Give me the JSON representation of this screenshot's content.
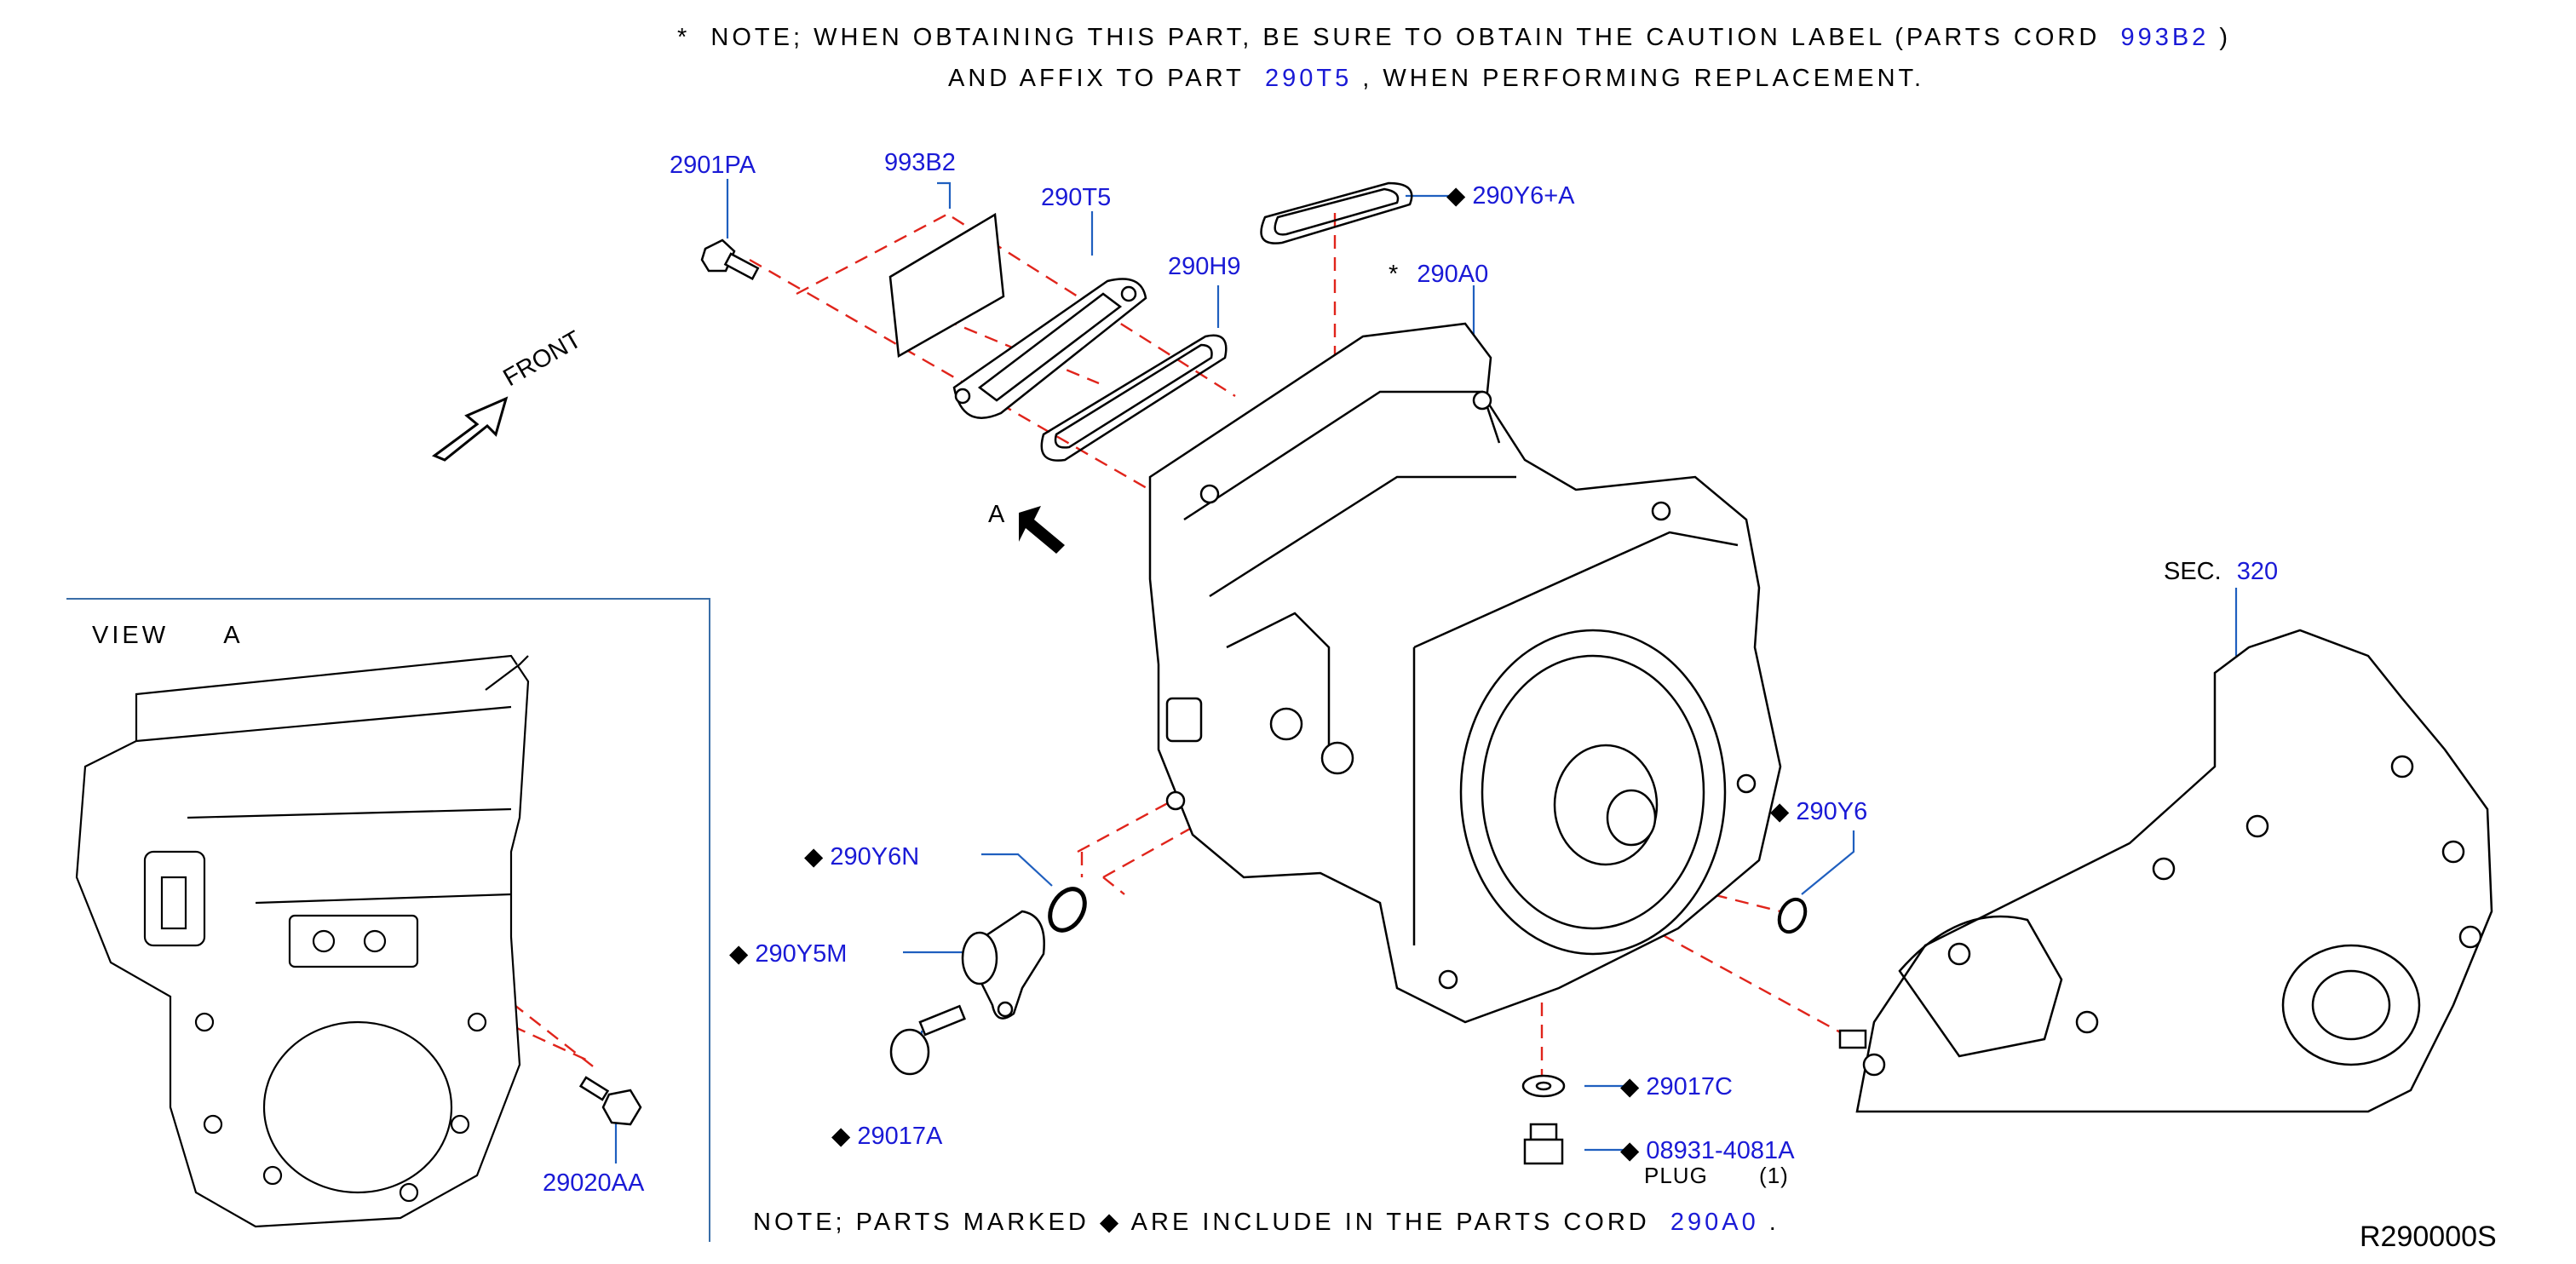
{
  "top_note": {
    "star": "*",
    "line1_prefix": "NOTE;  WHEN  OBTAINING  THIS  PART,  BE  SURE  TO  OBTAIN  THE  CAUTION  LABEL  (PARTS  CORD",
    "line1_code": "993B2",
    "line1_suffix": ")",
    "line2_prefix": "AND  AFFIX  TO  PART",
    "line2_code": "290T5",
    "line2_suffix": ",  WHEN  PERFORMING  REPLACEMENT."
  },
  "front_label": "FRONT",
  "arrow_a_label": "A",
  "view_panel": {
    "title": "VIEW",
    "letter": "A",
    "part": "29020AA"
  },
  "parts": {
    "p2901PA": "2901PA",
    "p993B2": "993B2",
    "p290T5": "290T5",
    "p290H9": "290H9",
    "p290Y6A": "290Y6+A",
    "p290A0": "290A0",
    "p290A0_star": "*",
    "p290Y6N": "290Y6N",
    "p290Y5M": "290Y5M",
    "p29017A": "29017A",
    "p290Y6": "290Y6",
    "p29017C": "29017C",
    "p08931": "08931-4081A"
  },
  "plug": {
    "label": "PLUG",
    "qty": "(1)"
  },
  "sec": {
    "label": "SEC.",
    "code": "320"
  },
  "bottom_note": {
    "prefix": "NOTE;  PARTS  MARKED",
    "middle": "ARE  INCLUDE  IN  THE  PARTS  CORD",
    "code": "290A0",
    "suffix": "."
  },
  "figure_code": "R290000S",
  "colors": {
    "callout_blue": "#1a1ad6",
    "dash_red": "#e0241b",
    "panel_border": "#3a6ea8",
    "leader_blue": "#1f5fbf"
  }
}
